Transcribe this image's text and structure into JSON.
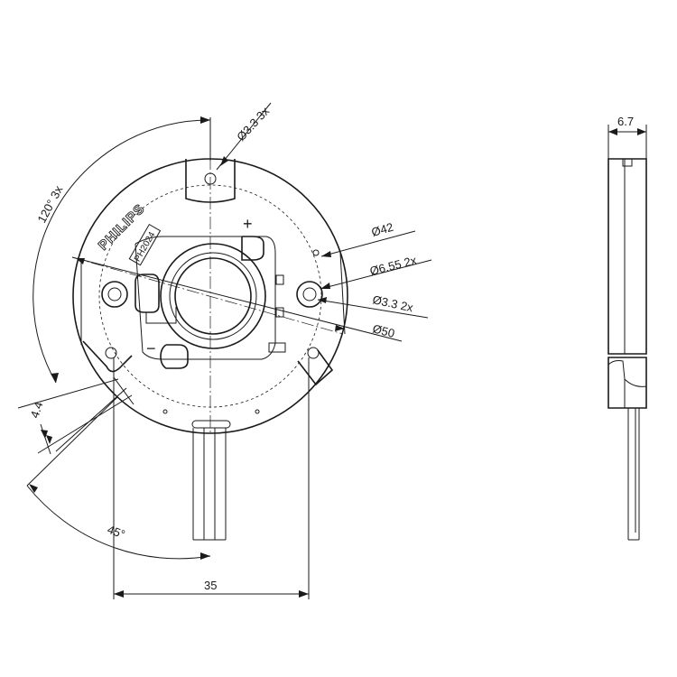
{
  "drawing": {
    "front_view": {
      "brand_logo": "PHILIPS",
      "part_code": "PH2024",
      "plus_mark": "+",
      "minus_mark": "−"
    },
    "dimensions": {
      "hole_small_top": "Ø3.3  3x",
      "angle_120": "120°  3x",
      "outer_42": "Ø42",
      "hole_655": "Ø6.55  2x",
      "hole_33_2x": "Ø3.3  2x",
      "outer_50": "Ø50",
      "height_44": "4.4",
      "angle_45": "45°",
      "width_35": "35",
      "side_thickness": "6.7"
    }
  }
}
